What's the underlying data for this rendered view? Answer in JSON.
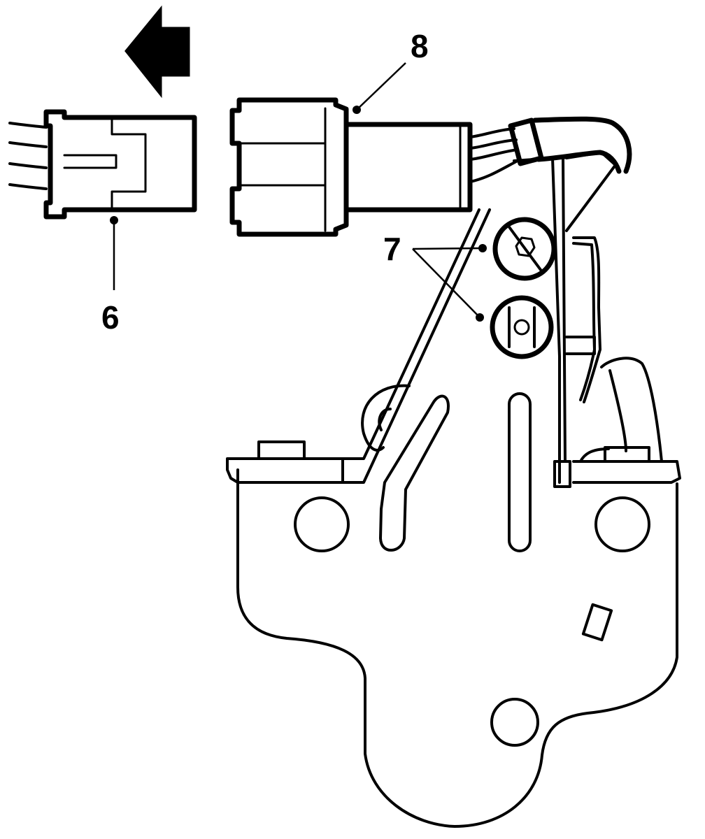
{
  "callouts": {
    "connector": "6",
    "bolts": "7",
    "switch_connector": "8"
  }
}
